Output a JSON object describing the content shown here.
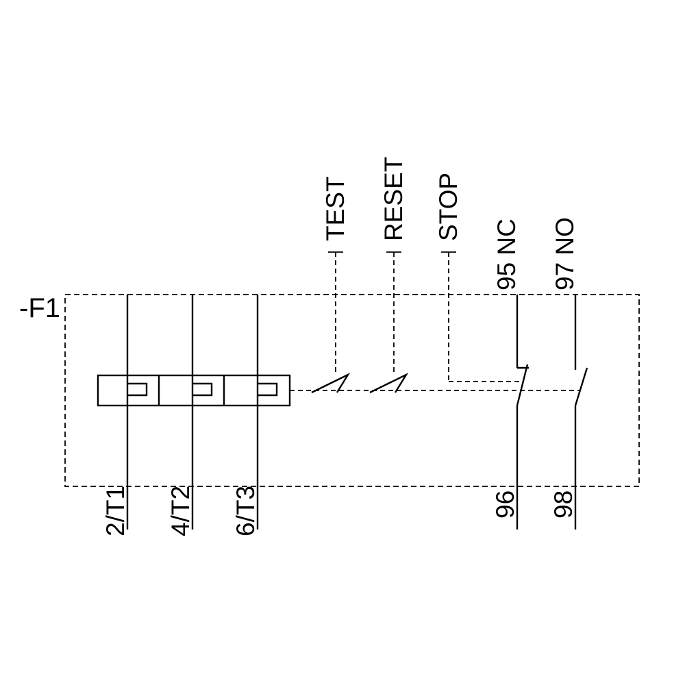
{
  "page": {
    "background": "#ffffff",
    "ink": "#000000"
  },
  "diagram": {
    "device_label": "-F1",
    "controls": [
      {
        "label": "TEST"
      },
      {
        "label": "RESET"
      },
      {
        "label": "STOP"
      }
    ],
    "power_poles": [
      {
        "terminal": "2/T1"
      },
      {
        "terminal": "4/T2"
      },
      {
        "terminal": "6/T3"
      }
    ],
    "aux_contacts": [
      {
        "type": "NC",
        "top_terminal": "95 NC",
        "bottom_terminal": "96"
      },
      {
        "type": "NO",
        "top_terminal": "97 NO",
        "bottom_terminal": "98"
      }
    ]
  }
}
